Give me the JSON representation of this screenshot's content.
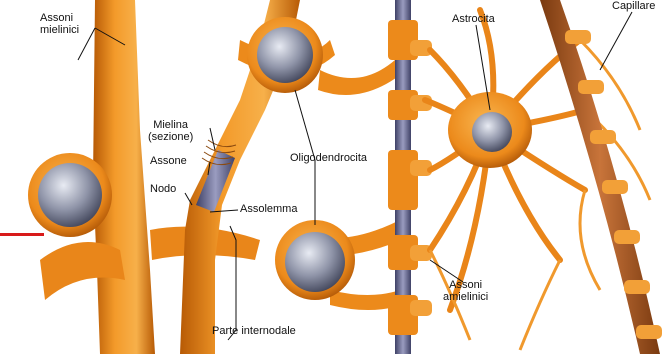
{
  "labels": {
    "assoni_mielinici": [
      "Assoni",
      "mielinici"
    ],
    "mielina": [
      "Mielina",
      "(sezione)"
    ],
    "assone": "Assone",
    "nodo": "Nodo",
    "assolemma": "Assolemma",
    "parte_internodale": "Parte internodale",
    "oligodendrocita": "Oligodendrocita",
    "astrocita": "Astrocita",
    "capillare": "Capillare",
    "assoni_amielinici": [
      "Assoni",
      "amielinici"
    ]
  },
  "colors": {
    "background": "#ffffff",
    "cell_orange": "#ee8a1c",
    "cell_orange_dark": "#b85a06",
    "nucleus": "#8a8fa3",
    "axon_bluegray": "#6e6f93",
    "accent_red": "#d81a1a"
  }
}
